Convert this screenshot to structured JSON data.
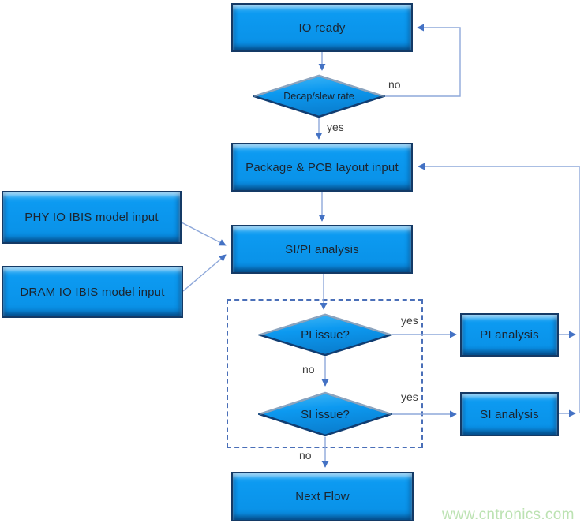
{
  "nodes": {
    "io_ready": "IO ready",
    "decap": "Decap/slew rate",
    "package": "Package & PCB layout input",
    "phy": "PHY IO IBIS model input",
    "dram": "DRAM IO IBIS model input",
    "sipi": "SI/PI analysis",
    "pi_issue": "PI issue?",
    "si_issue": "SI issue?",
    "pi_analysis": "PI analysis",
    "si_analysis": "SI analysis",
    "next_flow": "Next Flow"
  },
  "edge_labels": {
    "decap_no": "no",
    "decap_yes": "yes",
    "pi_yes": "yes",
    "pi_no": "no",
    "si_yes": "yes",
    "si_no": "no"
  },
  "edges": [
    {
      "from": "io_ready",
      "to": "decap",
      "label": ""
    },
    {
      "from": "decap",
      "to": "io_ready",
      "label": "no"
    },
    {
      "from": "decap",
      "to": "package",
      "label": "yes"
    },
    {
      "from": "package",
      "to": "sipi",
      "label": ""
    },
    {
      "from": "phy",
      "to": "sipi",
      "label": ""
    },
    {
      "from": "dram",
      "to": "sipi",
      "label": ""
    },
    {
      "from": "sipi",
      "to": "pi_issue",
      "label": ""
    },
    {
      "from": "pi_issue",
      "to": "pi_analysis",
      "label": "yes"
    },
    {
      "from": "pi_issue",
      "to": "si_issue",
      "label": "no"
    },
    {
      "from": "si_issue",
      "to": "si_analysis",
      "label": "yes"
    },
    {
      "from": "si_issue",
      "to": "next_flow",
      "label": "no"
    },
    {
      "from": "pi_analysis",
      "to": "package",
      "label": ""
    },
    {
      "from": "si_analysis",
      "to": "package",
      "label": ""
    }
  ],
  "watermark": "www.cntronics.com",
  "colors": {
    "node_fill": "#0a97ef",
    "node_border": "#143a66",
    "node_text": "#1b2530",
    "connector_line": "#8ea8da",
    "arrowhead": "#4472c4",
    "dashed_border": "#4a6fb8",
    "edge_label_text": "#3d3d3d",
    "watermark_text": "#bce2b2",
    "background": "#ffffff"
  }
}
